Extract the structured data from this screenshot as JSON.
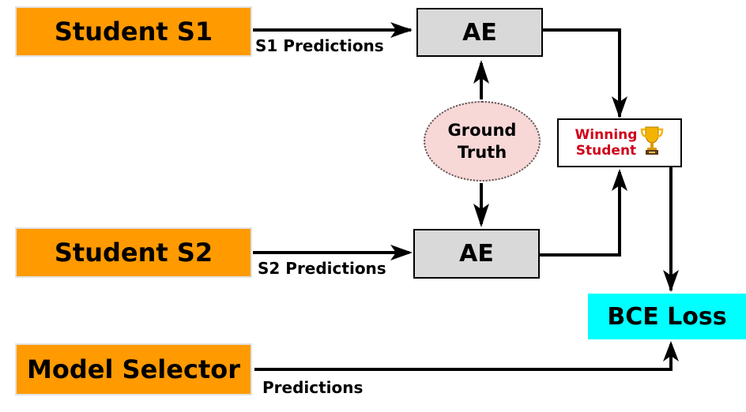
{
  "nodes": {
    "student_s1": "Student S1",
    "student_s2": "Student S2",
    "model_selector": "Model Selector",
    "ae_top": "AE",
    "ae_bottom": "AE",
    "ground_truth_line1": "Ground",
    "ground_truth_line2": "Truth",
    "winning_line1": "Winning",
    "winning_line2": "Student",
    "bce_loss": "BCE Loss"
  },
  "edges": {
    "s1_predictions": "S1 Predictions",
    "s2_predictions": "S2 Predictions",
    "predictions": "Predictions"
  },
  "colors": {
    "student_fill": "#ff9a00",
    "ae_fill": "#d9d9d9",
    "ground_truth_fill": "#f8d7d7",
    "winning_text": "#d0021b",
    "bce_fill": "#00ffff"
  },
  "icons": {
    "trophy": "trophy-icon"
  }
}
